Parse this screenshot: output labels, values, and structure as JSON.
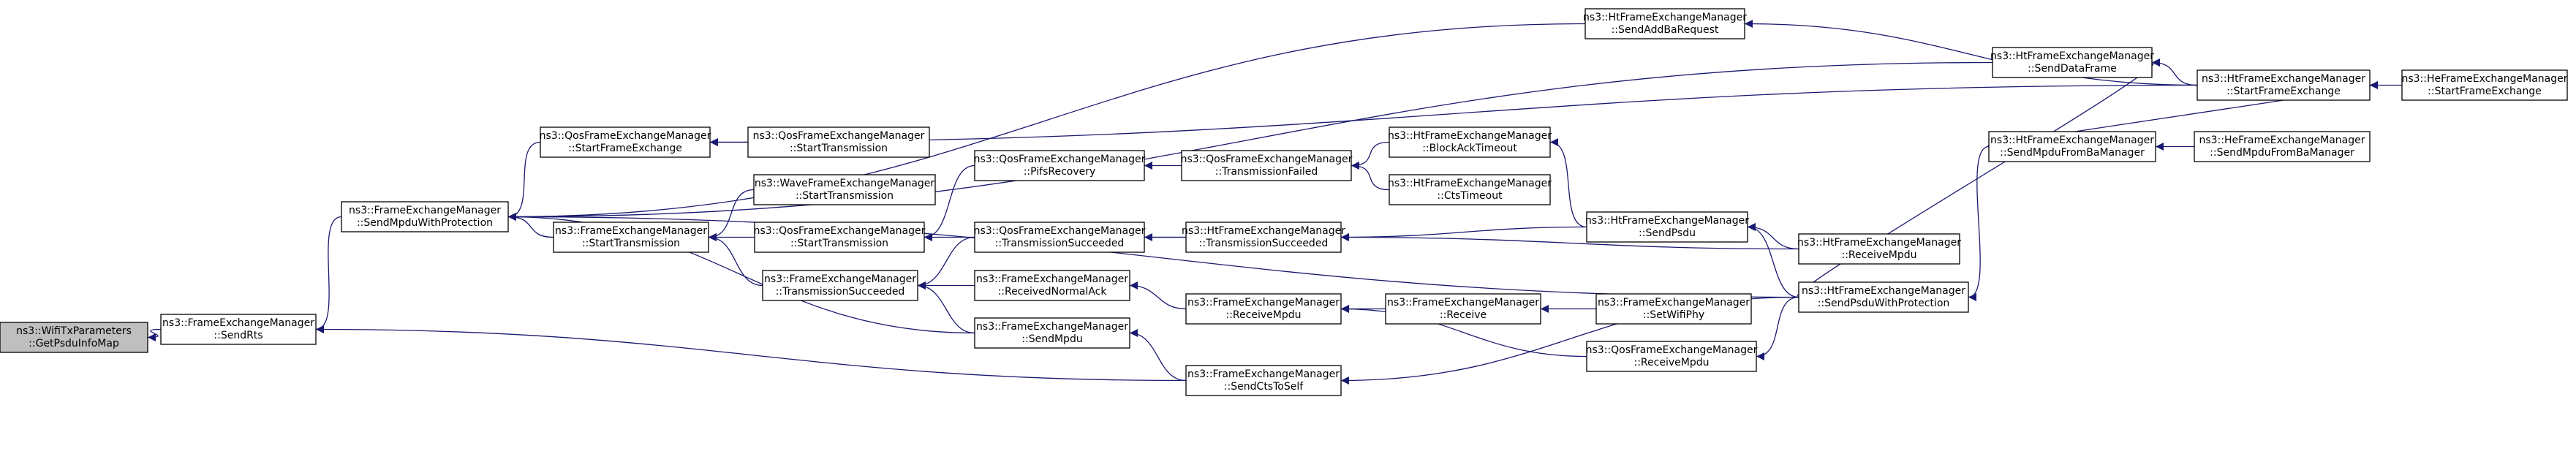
{
  "colors": {
    "edge": "#191970",
    "node_fill": "#ffffff",
    "root_fill": "#bfbfbf",
    "node_stroke": "#000000"
  },
  "nodes": [
    {
      "id": "n0",
      "lines": [
        "ns3::WifiTxParameters",
        "::GetPsduInfoMap"
      ]
    },
    {
      "id": "n1",
      "lines": [
        "ns3::FrameExchangeManager",
        "::SendRts"
      ]
    },
    {
      "id": "n2",
      "lines": [
        "ns3::FrameExchangeManager",
        "::SendMpduWithProtection"
      ]
    },
    {
      "id": "n3",
      "lines": [
        "ns3::QosFrameExchangeManager",
        "::StartFrameExchange"
      ]
    },
    {
      "id": "n4",
      "lines": [
        "ns3::FrameExchangeManager",
        "::StartTransmission"
      ]
    },
    {
      "id": "n5",
      "lines": [
        "ns3::FrameExchangeManager",
        "::TransmissionSucceeded"
      ]
    },
    {
      "id": "n6",
      "lines": [
        "ns3::QosFrameExchangeManager",
        "::StartTransmission"
      ]
    },
    {
      "id": "n7",
      "lines": [
        "ns3::WaveFrameExchangeManager",
        "::StartTransmission"
      ]
    },
    {
      "id": "n8",
      "lines": [
        "ns3::QosFrameExchangeManager",
        "::StartTransmission"
      ]
    },
    {
      "id": "n9",
      "lines": [
        "ns3::QosFrameExchangeManager",
        "::PifsRecovery"
      ]
    },
    {
      "id": "n10",
      "lines": [
        "ns3::QosFrameExchangeManager",
        "::TransmissionSucceeded"
      ]
    },
    {
      "id": "n11",
      "lines": [
        "ns3::FrameExchangeManager",
        "::ReceivedNormalAck"
      ]
    },
    {
      "id": "n12",
      "lines": [
        "ns3::FrameExchangeManager",
        "::SendMpdu"
      ]
    },
    {
      "id": "n13",
      "lines": [
        "ns3::QosFrameExchangeManager",
        "::TransmissionFailed"
      ]
    },
    {
      "id": "n14",
      "lines": [
        "ns3::HtFrameExchangeManager",
        "::TransmissionSucceeded"
      ]
    },
    {
      "id": "n15",
      "lines": [
        "ns3::FrameExchangeManager",
        "::ReceiveMpdu"
      ]
    },
    {
      "id": "n16",
      "lines": [
        "ns3::FrameExchangeManager",
        "::SendCtsToSelf"
      ]
    },
    {
      "id": "n17",
      "lines": [
        "ns3::HtFrameExchangeManager",
        "::BlockAckTimeout"
      ]
    },
    {
      "id": "n18",
      "lines": [
        "ns3::HtFrameExchangeManager",
        "::CtsTimeout"
      ]
    },
    {
      "id": "n19",
      "lines": [
        "ns3::FrameExchangeManager",
        "::Receive"
      ]
    },
    {
      "id": "n20",
      "lines": [
        "ns3::FrameExchangeManager",
        "::SetWifiPhy"
      ]
    },
    {
      "id": "n21",
      "lines": [
        "ns3::HtFrameExchangeManager",
        "::SendAddBaRequest"
      ]
    },
    {
      "id": "n22",
      "lines": [
        "ns3::HtFrameExchangeManager",
        "::SendPsdu"
      ]
    },
    {
      "id": "n23",
      "lines": [
        "ns3::QosFrameExchangeManager",
        "::ReceiveMpdu"
      ]
    },
    {
      "id": "n24",
      "lines": [
        "ns3::HtFrameExchangeManager",
        "::SendDataFrame"
      ]
    },
    {
      "id": "n25",
      "lines": [
        "ns3::HtFrameExchangeManager",
        "::SendMpduFromBaManager"
      ]
    },
    {
      "id": "n26",
      "lines": [
        "ns3::HtFrameExchangeManager",
        "::ReceiveMpdu"
      ]
    },
    {
      "id": "n27",
      "lines": [
        "ns3::HtFrameExchangeManager",
        "::SendPsduWithProtection"
      ]
    },
    {
      "id": "n28",
      "lines": [
        "ns3::HtFrameExchangeManager",
        "::StartFrameExchange"
      ]
    },
    {
      "id": "n29",
      "lines": [
        "ns3::HeFrameExchangeManager",
        "::SendMpduFromBaManager"
      ]
    },
    {
      "id": "n30",
      "lines": [
        "ns3::HeFrameExchangeManager",
        "::StartFrameExchange"
      ]
    }
  ],
  "edges": [
    {
      "from": "n1",
      "to": "n0"
    },
    {
      "from": "n2",
      "to": "n1"
    },
    {
      "from": "n16",
      "to": "n1"
    },
    {
      "from": "n3",
      "to": "n2"
    },
    {
      "from": "n4",
      "to": "n2"
    },
    {
      "from": "n12",
      "to": "n2"
    },
    {
      "from": "n21",
      "to": "n2"
    },
    {
      "from": "n24",
      "to": "n2"
    },
    {
      "from": "n27",
      "to": "n2"
    },
    {
      "from": "n8",
      "to": "n3"
    },
    {
      "from": "n28",
      "to": "n3"
    },
    {
      "from": "n5",
      "to": "n4"
    },
    {
      "from": "n6",
      "to": "n4"
    },
    {
      "from": "n7",
      "to": "n4"
    },
    {
      "from": "n10",
      "to": "n5"
    },
    {
      "from": "n11",
      "to": "n5"
    },
    {
      "from": "n12",
      "to": "n5"
    },
    {
      "from": "n9",
      "to": "n6"
    },
    {
      "from": "n14",
      "to": "n6"
    },
    {
      "from": "n13",
      "to": "n9"
    },
    {
      "from": "n14",
      "to": "n10"
    },
    {
      "from": "n15",
      "to": "n11"
    },
    {
      "from": "n16",
      "to": "n12"
    },
    {
      "from": "n17",
      "to": "n13"
    },
    {
      "from": "n18",
      "to": "n13"
    },
    {
      "from": "n22",
      "to": "n14"
    },
    {
      "from": "n26",
      "to": "n14"
    },
    {
      "from": "n19",
      "to": "n15"
    },
    {
      "from": "n23",
      "to": "n15"
    },
    {
      "from": "n27",
      "to": "n16"
    },
    {
      "from": "n22",
      "to": "n17"
    },
    {
      "from": "n20",
      "to": "n19"
    },
    {
      "from": "n28",
      "to": "n21"
    },
    {
      "from": "n26",
      "to": "n22"
    },
    {
      "from": "n27",
      "to": "n22"
    },
    {
      "from": "n27",
      "to": "n23"
    },
    {
      "from": "n28",
      "to": "n24"
    },
    {
      "from": "n27",
      "to": "n24"
    },
    {
      "from": "n25",
      "to": "n27"
    },
    {
      "from": "n29",
      "to": "n25"
    },
    {
      "from": "n30",
      "to": "n28"
    },
    {
      "from": "n25",
      "to": "n28"
    }
  ]
}
